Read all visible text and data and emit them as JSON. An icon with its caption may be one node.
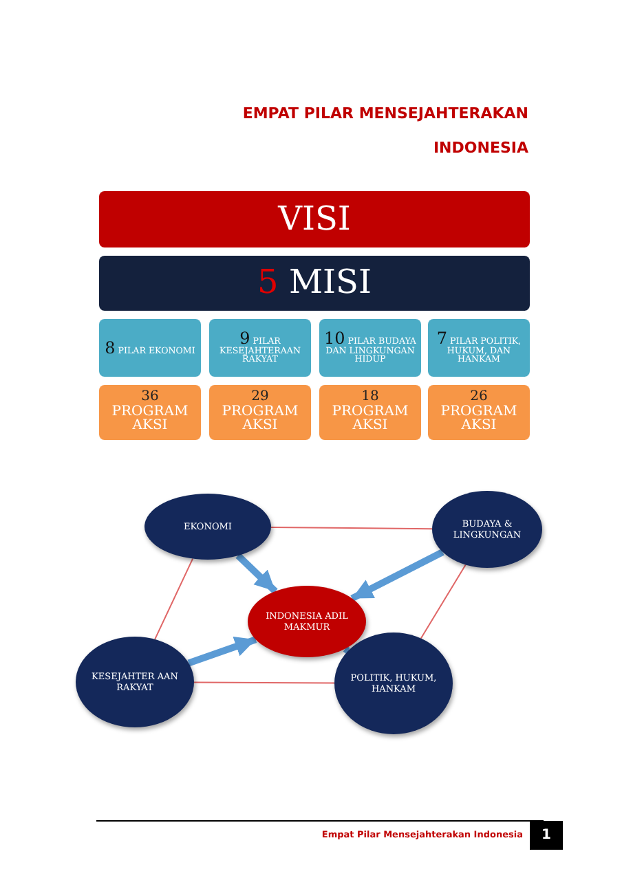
{
  "diagram": {
    "title": "EMPAT PILAR MENSEJAHTERAKAN INDONESIA",
    "nodes": [
      {
        "text": [
          "VISI"
        ]
      },
      {
        "text": [
          "5 MISI"
        ]
      },
      {
        "text": [
          "8 PILAR EKONOMI"
        ]
      },
      {
        "text": [
          "9 PILAR KESEJAHTERAAN RAKYAT"
        ]
      },
      {
        "text": [
          "10 PILAR BUDAYA DAN LINGKUNGAN HIDUP"
        ]
      },
      {
        "text": [
          "7 PILAR POLITIK, HUKUM, DAN HANKAM"
        ]
      },
      {
        "text": [
          "36 PROGRAM AKSI"
        ]
      },
      {
        "text": [
          "29 PROGRAM AKSI"
        ]
      },
      {
        "text": [
          "18 PROGRAM AKSI"
        ]
      },
      {
        "text": [
          "26 PROGRAM AKSI"
        ]
      },
      {
        "text": [
          "EKONOMI"
        ]
      },
      {
        "text": [
          "BUDAYA & LINGKUNGAN"
        ]
      },
      {
        "text": [
          "INDONESIA ADIL MAKMUR"
        ]
      },
      {
        "text": [
          "KESEJAHTER AAN RAKYAT"
        ]
      },
      {
        "text": [
          "POLITIK, HUKUM, HANKAM"
        ]
      }
    ],
    "edges": [
      {
        "from": 10,
        "to": 11,
        "arrow": "none",
        "color": "#e06666"
      },
      {
        "from": 11,
        "to": 14,
        "arrow": "none",
        "color": "#e06666"
      },
      {
        "from": 14,
        "to": 13,
        "arrow": "none",
        "color": "#e06666"
      },
      {
        "from": 13,
        "to": 10,
        "arrow": "none",
        "color": "#e06666"
      },
      {
        "from": 10,
        "to": 12,
        "arrow": "to",
        "style": "thick",
        "color": "#5b9bd5"
      },
      {
        "from": 11,
        "to": 12,
        "arrow": "to",
        "style": "thick",
        "color": "#5b9bd5"
      },
      {
        "from": 13,
        "to": 12,
        "arrow": "to",
        "style": "thick",
        "color": "#5b9bd5"
      },
      {
        "from": 14,
        "to": 12,
        "arrow": "to",
        "style": "thick",
        "color": "#5b9bd5"
      }
    ],
    "labels": [
      "Empat Pilar Mensejahterakan Indonesia",
      "1"
    ]
  }
}
